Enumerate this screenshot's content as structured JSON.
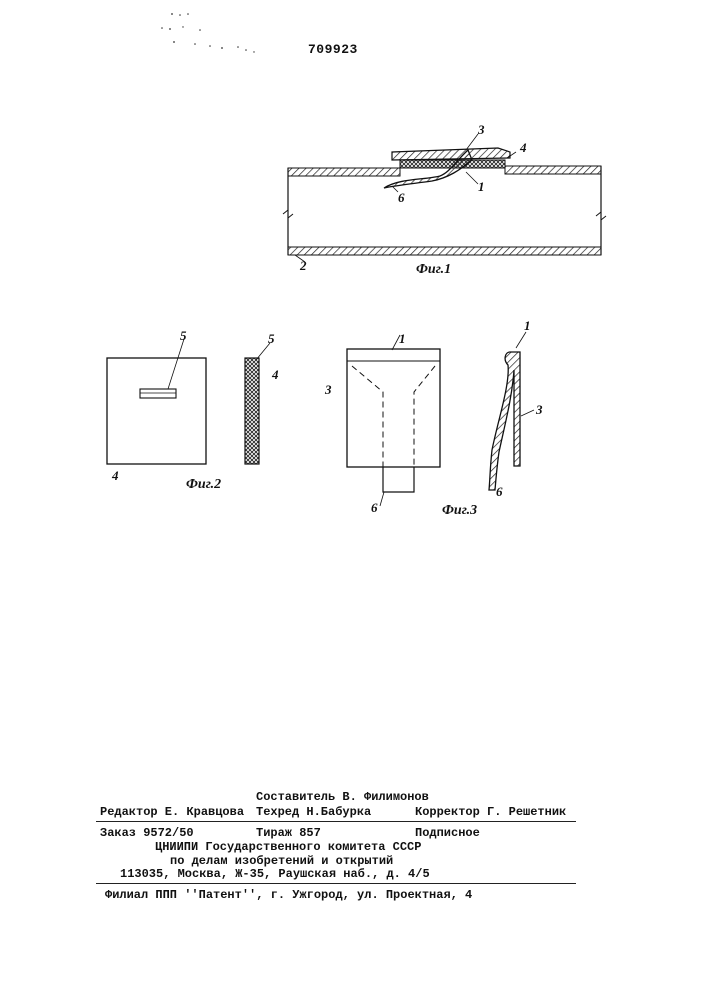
{
  "header": {
    "patent_number": "709923"
  },
  "figures": {
    "fig1": {
      "caption": "Фиг.1",
      "labels": {
        "l1": "1",
        "l2": "2",
        "l3": "3",
        "l4": "4",
        "l6": "6"
      }
    },
    "fig2": {
      "caption": "Фиг.2",
      "labels": {
        "l4a": "4",
        "l5a": "5",
        "l5b": "5",
        "l4b": "4"
      }
    },
    "fig3": {
      "caption": "Фиг.3",
      "labels": {
        "l1a": "1",
        "l3a": "3",
        "l6a": "6",
        "l1b": "1",
        "l3b": "3",
        "l6b": "6"
      }
    }
  },
  "footer": {
    "compiler": "Составитель В. Филимонов",
    "editor": "Редактор Е. Кравцова",
    "techred": "Техред Н.Бабурка",
    "corrector": "Корректор Г. Решетник",
    "order": "Заказ 9572/50",
    "circulation": "Тираж 857",
    "subscription": "Подписное",
    "org_line1": "ЦНИИПИ Государственного комитета СССР",
    "org_line2": "по делам изобретений и открытий",
    "address": "113035, Москва, Ж-35, Раушская наб., д. 4/5",
    "branch": "Филиал ППП ''Патент'', г. Ужгород, ул. Проектная, 4"
  }
}
